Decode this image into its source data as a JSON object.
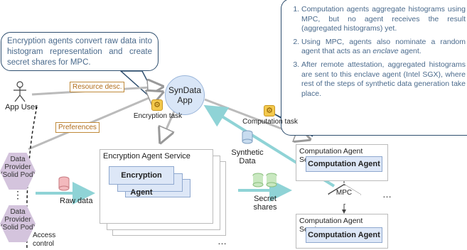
{
  "callout_left": "Encryption agents convert raw data into histogram representation and create secret shares for MPC.",
  "callout_right": {
    "item1": "Computation agents aggregate histograms using MPC, but no agent receives the result (aggregated histograms) yet.",
    "item2_pre": "Using MPC, agents also nominate a random agent that acts as an ",
    "item2_em": "enclave",
    "item2_post": " agent.",
    "item3": "After remote attestation, aggregated histograms are sent to this enclave agent (Intel SGX), where rest of the steps of synthetic data generation take place."
  },
  "app_user": "App User",
  "resource_desc": "Resource desc.",
  "preferences": "Preferences",
  "syndata_app_line1": "SynData",
  "syndata_app_line2": "App",
  "encryption_task": "Encryption task",
  "computation_task": "Computation task",
  "synthetic_data": "Synthetic Data",
  "encryption_service": "Encryption Agent Service",
  "encryption_agent": "Encryption Agent",
  "computation_service_top": "Computation Agent Service",
  "computation_agent_top": "Computation Agent",
  "computation_service_bottom": "Computation Agent Service",
  "computation_agent_bottom": "Computation Agent",
  "mpc": "MPC",
  "data_provider_top": "Data Provider (Solid Pod)",
  "data_provider_bottom": "Data Provider (Solid Pod)",
  "vertical_ellipsis": "⋮",
  "raw_data": "Raw data",
  "secret_shares": "Secret shares",
  "access_control": "Access control",
  "ellipsis": "…",
  "colors": {
    "callout_text": "#4a6a8c",
    "agent_fill": "#dde7f7",
    "provider_fill": "#d4c4dd",
    "arrow_teal": "#8fd3d6"
  },
  "icons": [
    "stick-figure-icon",
    "gear-icon",
    "database-cylinder-icon"
  ]
}
